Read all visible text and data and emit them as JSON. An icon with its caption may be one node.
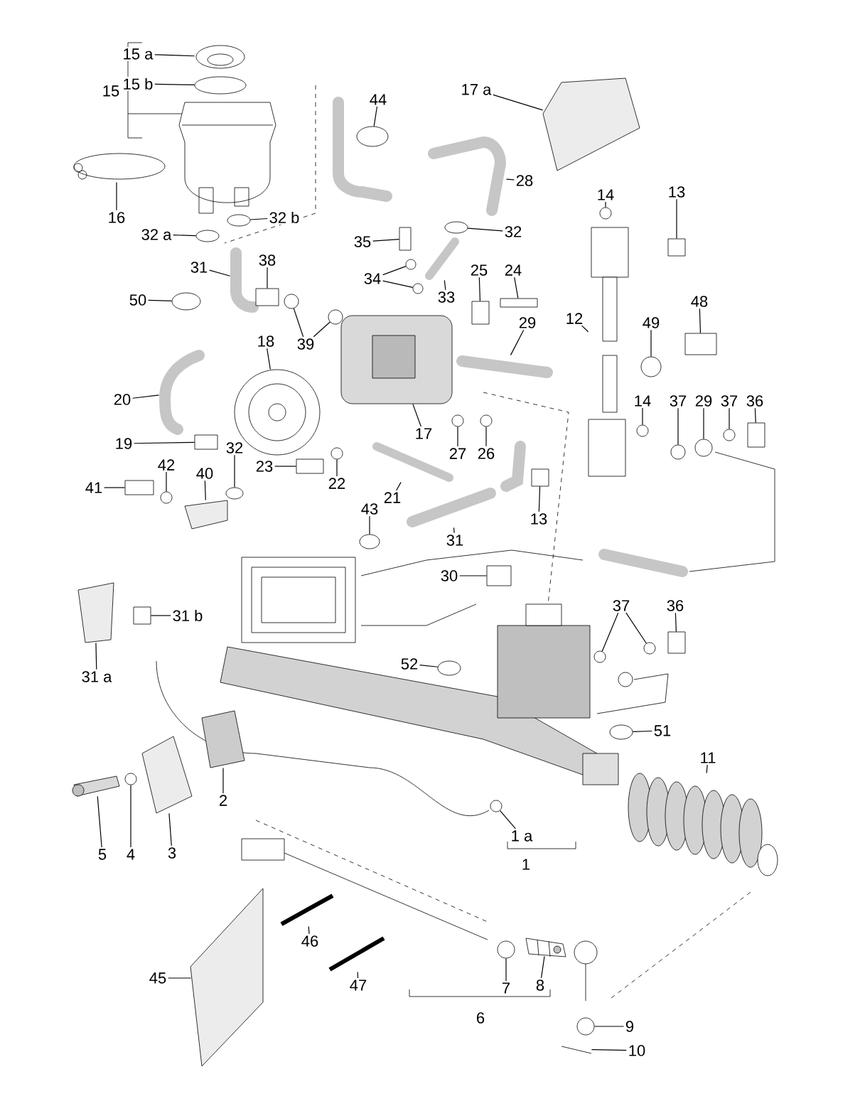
{
  "diagram": {
    "nodes": [
      {
        "text": [
          "15 a"
        ]
      },
      {
        "text": [
          "15 b"
        ]
      },
      {
        "text": [
          "16"
        ]
      },
      {
        "text": [
          "32 a"
        ]
      },
      {
        "text": [
          "32 b"
        ]
      },
      {
        "text": [
          "44"
        ]
      },
      {
        "text": [
          "17 a"
        ]
      },
      {
        "text": [
          "28"
        ]
      },
      {
        "text": [
          "32"
        ]
      },
      {
        "text": [
          "35"
        ]
      },
      {
        "text": [
          "34"
        ]
      },
      {
        "text": [
          "33"
        ]
      },
      {
        "text": [
          "31"
        ]
      },
      {
        "text": [
          "38"
        ]
      },
      {
        "text": [
          "50"
        ]
      },
      {
        "text": [
          "39"
        ]
      },
      {
        "text": [
          "18"
        ]
      },
      {
        "text": [
          "25"
        ]
      },
      {
        "text": [
          "24"
        ]
      },
      {
        "text": [
          "29"
        ]
      },
      {
        "text": [
          "14"
        ]
      },
      {
        "text": [
          "13"
        ]
      },
      {
        "text": [
          "12"
        ]
      },
      {
        "text": [
          "48"
        ]
      },
      {
        "text": [
          "49"
        ]
      },
      {
        "text": [
          "20"
        ]
      },
      {
        "text": [
          "17"
        ]
      },
      {
        "text": [
          "19"
        ]
      },
      {
        "text": [
          "32"
        ]
      },
      {
        "text": [
          "42"
        ]
      },
      {
        "text": [
          "40"
        ]
      },
      {
        "text": [
          "41"
        ]
      },
      {
        "text": [
          "23"
        ]
      },
      {
        "text": [
          "22"
        ]
      },
      {
        "text": [
          "21"
        ]
      },
      {
        "text": [
          "27"
        ]
      },
      {
        "text": [
          "26"
        ]
      },
      {
        "text": [
          "43"
        ]
      },
      {
        "text": [
          "31"
        ]
      },
      {
        "text": [
          "13"
        ]
      },
      {
        "text": [
          "14"
        ]
      },
      {
        "text": [
          "37"
        ]
      },
      {
        "text": [
          "29"
        ]
      },
      {
        "text": [
          "37"
        ]
      },
      {
        "text": [
          "36"
        ]
      },
      {
        "text": [
          "30"
        ]
      },
      {
        "text": [
          "31 b"
        ]
      },
      {
        "text": [
          "31 a"
        ]
      },
      {
        "text": [
          "52"
        ]
      },
      {
        "text": [
          "37"
        ]
      },
      {
        "text": [
          "36"
        ]
      },
      {
        "text": [
          "51"
        ]
      },
      {
        "text": [
          "1 a"
        ]
      },
      {
        "text": [
          "11"
        ]
      },
      {
        "text": [
          "2"
        ]
      },
      {
        "text": [
          "5"
        ]
      },
      {
        "text": [
          "4"
        ]
      },
      {
        "text": [
          "3"
        ]
      },
      {
        "text": [
          "46"
        ]
      },
      {
        "text": [
          "45"
        ]
      },
      {
        "text": [
          "47"
        ]
      },
      {
        "text": [
          "7"
        ]
      },
      {
        "text": [
          "8"
        ]
      },
      {
        "text": [
          "9"
        ]
      },
      {
        "text": [
          "10"
        ]
      },
      {
        "text": [],
        "shape": "picture"
      },
      {
        "text": [],
        "shape": "circle"
      },
      {
        "text": [],
        "shape": "picture"
      },
      {
        "text": [],
        "shape": "circle"
      },
      {
        "text": [],
        "shape": "circle"
      },
      {
        "text": [],
        "shape": "circle"
      },
      {
        "text": [],
        "shape": "picture"
      },
      {
        "text": [],
        "shape": "picture"
      },
      {
        "text": [],
        "shape": "circle"
      },
      {
        "text": [],
        "shape": "box"
      },
      {
        "text": [],
        "shape": "circle"
      },
      {
        "text": [],
        "shape": "circle"
      },
      {
        "text": [],
        "shape": "picture"
      },
      {
        "text": [],
        "shape": "picture"
      },
      {
        "text": [],
        "shape": "box"
      },
      {
        "text": [],
        "shape": "circle"
      },
      {
        "text": [],
        "shape": "circle"
      },
      {
        "text": [],
        "shape": "circle"
      },
      {
        "text": [],
        "shape": "picture"
      },
      {
        "text": [],
        "shape": "box"
      },
      {
        "text": [],
        "shape": "box"
      },
      {
        "text": [],
        "shape": "picture"
      },
      {
        "text": [],
        "shape": "circle"
      },
      {
        "text": [],
        "shape": "box"
      },
      {
        "text": [],
        "shape": "picture"
      },
      {
        "text": [],
        "shape": "box"
      },
      {
        "text": [],
        "shape": "circle"
      },
      {
        "text": [],
        "shape": "picture"
      },
      {
        "text": [],
        "shape": "picture"
      },
      {
        "text": [],
        "shape": "box"
      },
      {
        "text": [],
        "shape": "circle"
      },
      {
        "text": [],
        "shape": "circle"
      },
      {
        "text": [],
        "shape": "picture"
      },
      {
        "text": [],
        "shape": "box"
      },
      {
        "text": [],
        "shape": "box"
      },
      {
        "text": [],
        "shape": "circle"
      },
      {
        "text": [],
        "shape": "picture"
      },
      {
        "text": [],
        "shape": "circle"
      },
      {
        "text": [],
        "shape": "circle"
      },
      {
        "text": [],
        "shape": "circle"
      },
      {
        "text": [],
        "shape": "picture"
      },
      {
        "text": [],
        "shape": "box"
      },
      {
        "text": [],
        "shape": "circle"
      },
      {
        "text": [],
        "shape": "circle"
      },
      {
        "text": [],
        "shape": "circle"
      },
      {
        "text": [],
        "shape": "circle"
      },
      {
        "text": [],
        "shape": "box"
      },
      {
        "text": [],
        "shape": "box"
      },
      {
        "text": [],
        "shape": "box"
      },
      {
        "text": [],
        "shape": "picture"
      },
      {
        "text": [],
        "shape": "circle"
      },
      {
        "text": [],
        "shape": "circle"
      },
      {
        "text": [],
        "shape": "circle"
      },
      {
        "text": [],
        "shape": "box"
      },
      {
        "text": [],
        "shape": "circle"
      },
      {
        "text": [],
        "shape": "circle"
      },
      {
        "text": [],
        "shape": "picture"
      },
      {
        "text": [],
        "shape": "picture"
      },
      {
        "text": [],
        "shape": "picture"
      },
      {
        "text": [],
        "shape": "circle"
      },
      {
        "text": [],
        "shape": "picture"
      },
      {
        "text": [],
        "shape": "picture"
      },
      {
        "text": [],
        "shape": "picture"
      },
      {
        "text": [],
        "shape": "picture"
      },
      {
        "text": [],
        "shape": "circle"
      },
      {
        "text": [],
        "shape": "picture"
      },
      {
        "text": [],
        "shape": "circle"
      },
      {
        "text": [],
        "shape": "picture"
      }
    ],
    "edges": [
      {
        "from": 0,
        "to": 65,
        "arrow": "none"
      },
      {
        "from": 1,
        "to": 66,
        "arrow": "none"
      },
      {
        "from": 2,
        "to": 67,
        "arrow": "none"
      },
      {
        "from": 3,
        "to": 68,
        "arrow": "none"
      },
      {
        "from": 4,
        "to": 69,
        "arrow": "none"
      },
      {
        "from": 5,
        "to": 70,
        "arrow": "none"
      },
      {
        "from": 6,
        "to": 71,
        "arrow": "none"
      },
      {
        "from": 7,
        "to": 72,
        "arrow": "none"
      },
      {
        "from": 8,
        "to": 73,
        "arrow": "none"
      },
      {
        "from": 9,
        "to": 74,
        "arrow": "none"
      },
      {
        "from": 10,
        "to": 75,
        "arrow": "none"
      },
      {
        "from": 10,
        "to": 76,
        "arrow": "none"
      },
      {
        "from": 11,
        "to": 77,
        "arrow": "none"
      },
      {
        "from": 12,
        "to": 78,
        "arrow": "none"
      },
      {
        "from": 13,
        "to": 79,
        "arrow": "none"
      },
      {
        "from": 14,
        "to": 80,
        "arrow": "none"
      },
      {
        "from": 15,
        "to": 81,
        "arrow": "none"
      },
      {
        "from": 15,
        "to": 82,
        "arrow": "none"
      },
      {
        "from": 16,
        "to": 83,
        "arrow": "none"
      },
      {
        "from": 17,
        "to": 84,
        "arrow": "none"
      },
      {
        "from": 18,
        "to": 85,
        "arrow": "none"
      },
      {
        "from": 19,
        "to": 86,
        "arrow": "none"
      },
      {
        "from": 20,
        "to": 87,
        "arrow": "none"
      },
      {
        "from": 21,
        "to": 88,
        "arrow": "none"
      },
      {
        "from": 22,
        "to": 89,
        "arrow": "none"
      },
      {
        "from": 23,
        "to": 90,
        "arrow": "none"
      },
      {
        "from": 24,
        "to": 91,
        "arrow": "none"
      },
      {
        "from": 25,
        "to": 92,
        "arrow": "none"
      },
      {
        "from": 26,
        "to": 93,
        "arrow": "none"
      },
      {
        "from": 27,
        "to": 94,
        "arrow": "none"
      },
      {
        "from": 28,
        "to": 95,
        "arrow": "none"
      },
      {
        "from": 29,
        "to": 96,
        "arrow": "none"
      },
      {
        "from": 30,
        "to": 97,
        "arrow": "none"
      },
      {
        "from": 31,
        "to": 98,
        "arrow": "none"
      },
      {
        "from": 32,
        "to": 99,
        "arrow": "none"
      },
      {
        "from": 33,
        "to": 100,
        "arrow": "none"
      },
      {
        "from": 34,
        "to": 101,
        "arrow": "none"
      },
      {
        "from": 35,
        "to": 102,
        "arrow": "none"
      },
      {
        "from": 36,
        "to": 103,
        "arrow": "none"
      },
      {
        "from": 37,
        "to": 104,
        "arrow": "none"
      },
      {
        "from": 38,
        "to": 105,
        "arrow": "none"
      },
      {
        "from": 39,
        "to": 106,
        "arrow": "none"
      },
      {
        "from": 40,
        "to": 107,
        "arrow": "none"
      },
      {
        "from": 41,
        "to": 108,
        "arrow": "none"
      },
      {
        "from": 42,
        "to": 109,
        "arrow": "none"
      },
      {
        "from": 43,
        "to": 110,
        "arrow": "none"
      },
      {
        "from": 44,
        "to": 111,
        "arrow": "none"
      },
      {
        "from": 45,
        "to": 112,
        "arrow": "none"
      },
      {
        "from": 46,
        "to": 113,
        "arrow": "none"
      },
      {
        "from": 47,
        "to": 114,
        "arrow": "none"
      },
      {
        "from": 48,
        "to": 115,
        "arrow": "none"
      },
      {
        "from": 49,
        "to": 116,
        "arrow": "none"
      },
      {
        "from": 49,
        "to": 117,
        "arrow": "none"
      },
      {
        "from": 50,
        "to": 118,
        "arrow": "none"
      },
      {
        "from": 51,
        "to": 119,
        "arrow": "none"
      },
      {
        "from": 52,
        "to": 120,
        "arrow": "none"
      },
      {
        "from": 53,
        "to": 121,
        "arrow": "none"
      },
      {
        "from": 54,
        "to": 122,
        "arrow": "none"
      },
      {
        "from": 55,
        "to": 123,
        "arrow": "none"
      },
      {
        "from": 56,
        "to": 124,
        "arrow": "none"
      },
      {
        "from": 57,
        "to": 125,
        "arrow": "none"
      },
      {
        "from": 58,
        "to": 126,
        "arrow": "none"
      },
      {
        "from": 59,
        "to": 127,
        "arrow": "none"
      },
      {
        "from": 60,
        "to": 128,
        "arrow": "none"
      },
      {
        "from": 61,
        "to": 129,
        "arrow": "none"
      },
      {
        "from": 62,
        "to": 130,
        "arrow": "none"
      },
      {
        "from": 63,
        "to": 131,
        "arrow": "none"
      },
      {
        "from": 64,
        "to": 132,
        "arrow": "none"
      }
    ],
    "labels": [
      "15",
      "1",
      "6"
    ]
  }
}
